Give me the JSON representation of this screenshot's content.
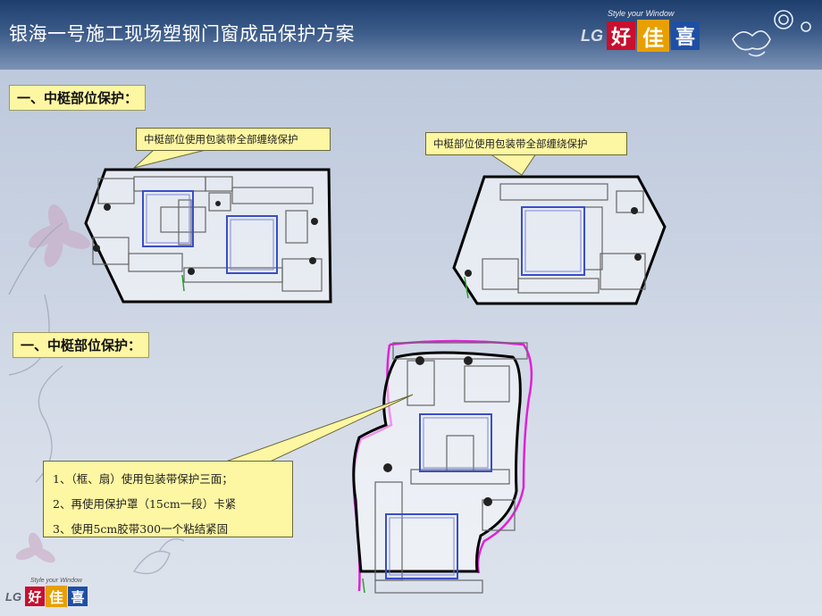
{
  "header": {
    "title": "银海一号施工现场塑钢门窗成品保护方案"
  },
  "logo_top": {
    "brand": "LG",
    "chars": [
      "好",
      "佳",
      "喜"
    ],
    "tagline": "Style your Window",
    "colors": [
      "#c8102e",
      "#e8a000",
      "#1f4fa3"
    ]
  },
  "logo_bottom": {
    "brand": "LG",
    "chars": [
      "好",
      "佳",
      "喜"
    ],
    "tagline": "Style your Window"
  },
  "section1": {
    "label": "一、中梃部位保护：",
    "callout_left": "中梃部位使用包装带全部缠绕保护",
    "callout_right": "中梃部位使用包装带全部缠绕保护"
  },
  "section2": {
    "label": "一、中梃部位保护：",
    "steps": [
      "1、（框、扇）使用包装带保护三面；",
      "2、再使用保护罩（15cm一段）卡紧",
      "3、使用5cm胶带300一个粘结紧固"
    ]
  }
}
